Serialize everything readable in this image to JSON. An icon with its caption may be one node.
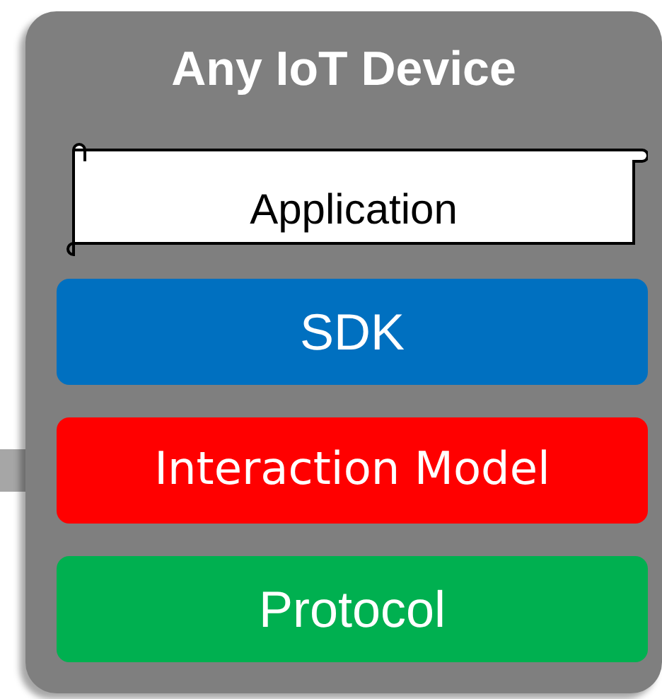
{
  "diagram": {
    "nodes": [
      {
        "text": [
          "Any IoT Device"
        ]
      },
      {
        "text": [
          "Application"
        ],
        "in": 0
      },
      {
        "text": [
          "SDK"
        ],
        "in": 0
      },
      {
        "text": [
          "Interaction Model"
        ],
        "in": 0
      },
      {
        "text": [
          "Protocol"
        ],
        "in": 0
      }
    ],
    "edges": [
      {
        "from": null,
        "to": 3,
        "arrow": "none"
      }
    ]
  }
}
